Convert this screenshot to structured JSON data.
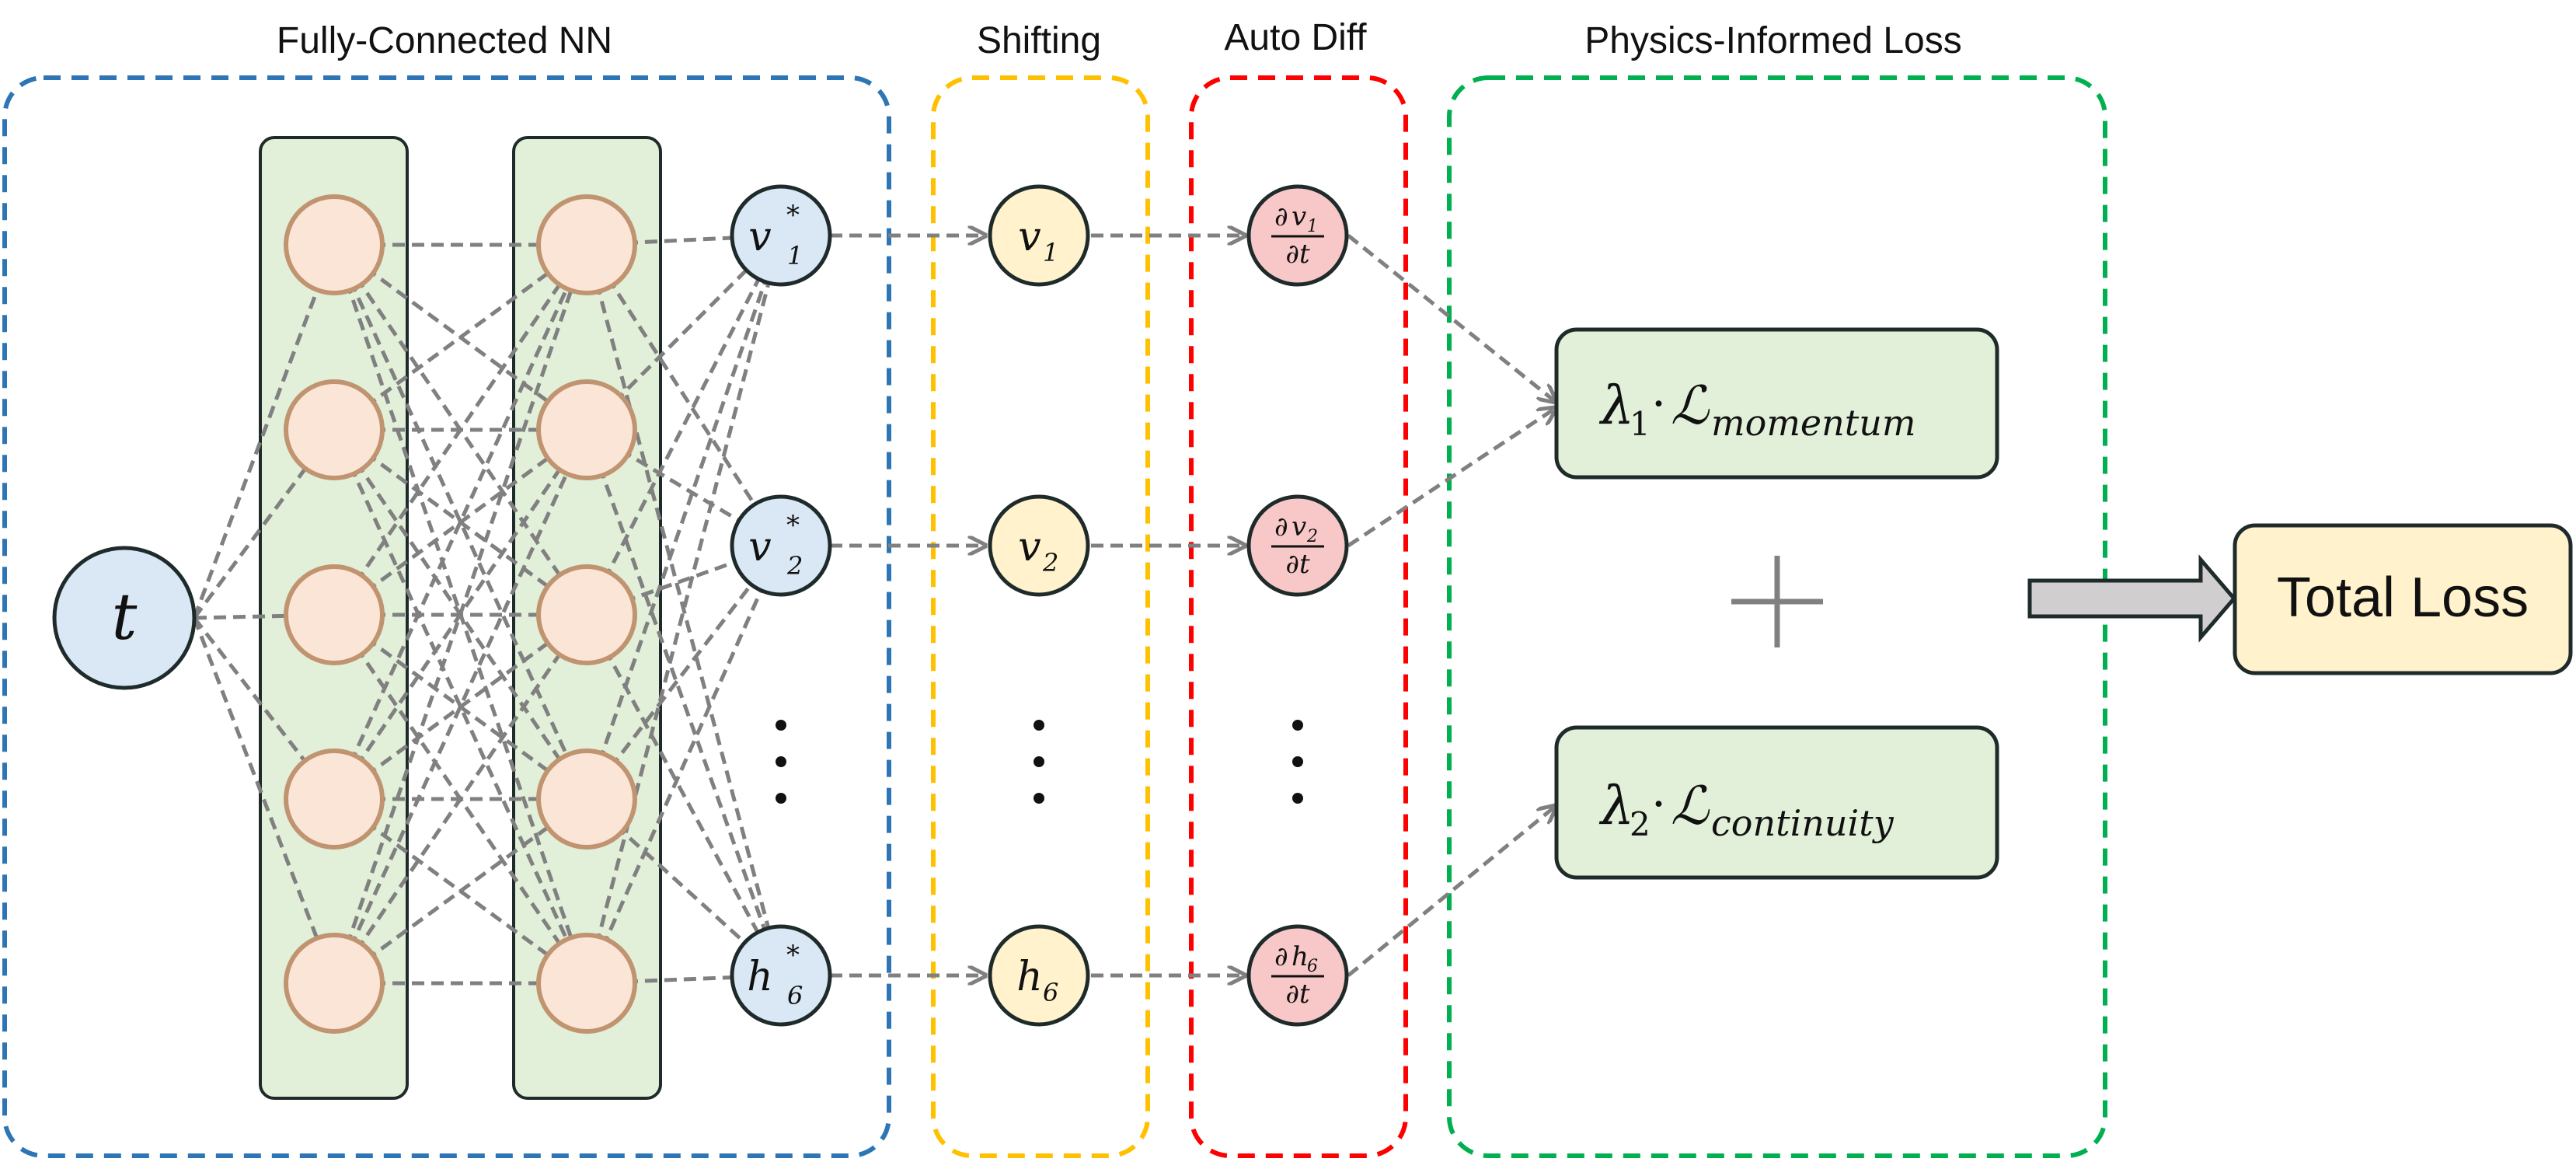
{
  "sections": {
    "nn": "Fully-Connected NN",
    "shifting": "Shifting",
    "autodiff": "Auto Diff",
    "loss": "Physics-Informed Loss"
  },
  "input": {
    "symbol": "t"
  },
  "nn_outputs": [
    {
      "base": "v",
      "sub": "1",
      "sup": "*"
    },
    {
      "base": "v",
      "sub": "2",
      "sup": "*"
    },
    {
      "base": "h",
      "sub": "6",
      "sup": "*"
    }
  ],
  "shifted": [
    {
      "base": "v",
      "sub": "1"
    },
    {
      "base": "v",
      "sub": "2"
    },
    {
      "base": "h",
      "sub": "6"
    }
  ],
  "derivatives": [
    {
      "num_partial": "∂",
      "num_base": "v",
      "num_sub": "1",
      "den": "∂t"
    },
    {
      "num_partial": "∂",
      "num_base": "v",
      "num_sub": "2",
      "den": "∂t"
    },
    {
      "num_partial": "∂",
      "num_base": "h",
      "num_sub": "6",
      "den": "∂t"
    }
  ],
  "losses": [
    {
      "lambda": "λ",
      "lambda_sub": "1",
      "dot": "·",
      "L": "ℒ",
      "L_sub": "momentum"
    },
    {
      "lambda": "λ",
      "lambda_sub": "2",
      "dot": "·",
      "L": "ℒ",
      "L_sub": "continuity"
    }
  ],
  "plus": "+",
  "total": "Total Loss",
  "colors": {
    "nn_border": "#2e75b6",
    "shifting_border": "#ffc000",
    "autodiff_border": "#ff0000",
    "loss_border": "#00b050",
    "hidden_node_fill": "#fbe5d6",
    "hidden_node_stroke": "#c09470",
    "layer_fill": "#e2efd9",
    "output_node_fill": "#dae8f5",
    "shift_node_fill": "#fff2cc",
    "deriv_node_fill": "#f8c8c8",
    "loss_box_fill": "#e2efd9",
    "total_fill": "#fff2cc",
    "edge": "#808080"
  }
}
